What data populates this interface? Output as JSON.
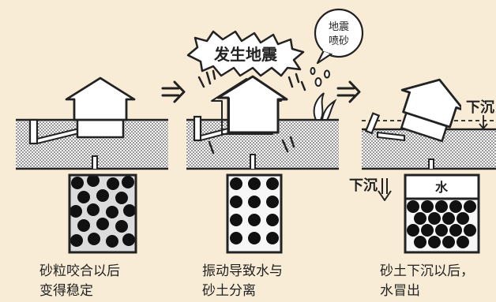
{
  "panels": [
    {
      "caption_lines": [
        "砂粒咬合以后",
        "变得稳定"
      ]
    },
    {
      "caption_lines": [
        "振动导致水与",
        "砂土分离"
      ]
    },
    {
      "caption_lines": [
        "砂土下沉以后，",
        "水冒出"
      ]
    }
  ],
  "labels": {
    "earthquake": "发生地震",
    "liquefaction_bubble": [
      "地震",
      "喷砂"
    ],
    "sink_right": "下沉",
    "sink_left": "下沉",
    "water": "水"
  },
  "colors": {
    "background": "#f8ecd6",
    "ink": "#222222",
    "house_fill": "#ffffff",
    "ground_dots": "#555555",
    "grain_fill": "#dcdcdc"
  }
}
